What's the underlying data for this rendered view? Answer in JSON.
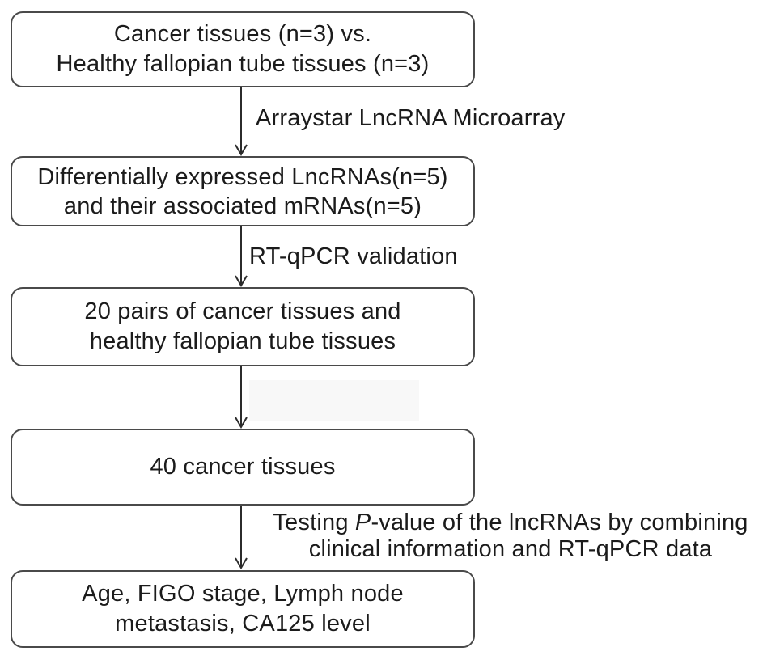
{
  "flowchart": {
    "boxes": [
      {
        "lines": [
          "Cancer tissues (n=3) vs.",
          "Healthy fallopian tube tissues (n=3)"
        ]
      },
      {
        "lines": [
          "Differentially expressed LncRNAs(n=5)",
          "and their associated mRNAs(n=5)"
        ]
      },
      {
        "lines": [
          "20 pairs of cancer tissues and",
          "healthy fallopian tube tissues"
        ]
      },
      {
        "lines": [
          "40 cancer tissues"
        ]
      },
      {
        "lines": [
          "Age, FIGO stage, Lymph node",
          "metastasis, CA125 level"
        ]
      }
    ],
    "arrow_labels": {
      "microarray": "Arraystar LncRNA Microarray",
      "rtqpcr": "RT-qPCR validation",
      "testing_line1_prefix": "Testing ",
      "testing_line1_italic": "P",
      "testing_line1_suffix": "-value of the lncRNAs by combining",
      "testing_line2": "clinical information and RT-qPCR data"
    },
    "colors": {
      "border": "#4a4a4a",
      "text": "#1b1b1b",
      "arrow": "#2b2b2b",
      "background": "#ffffff",
      "faded_patch": "#f8f8f8"
    }
  }
}
